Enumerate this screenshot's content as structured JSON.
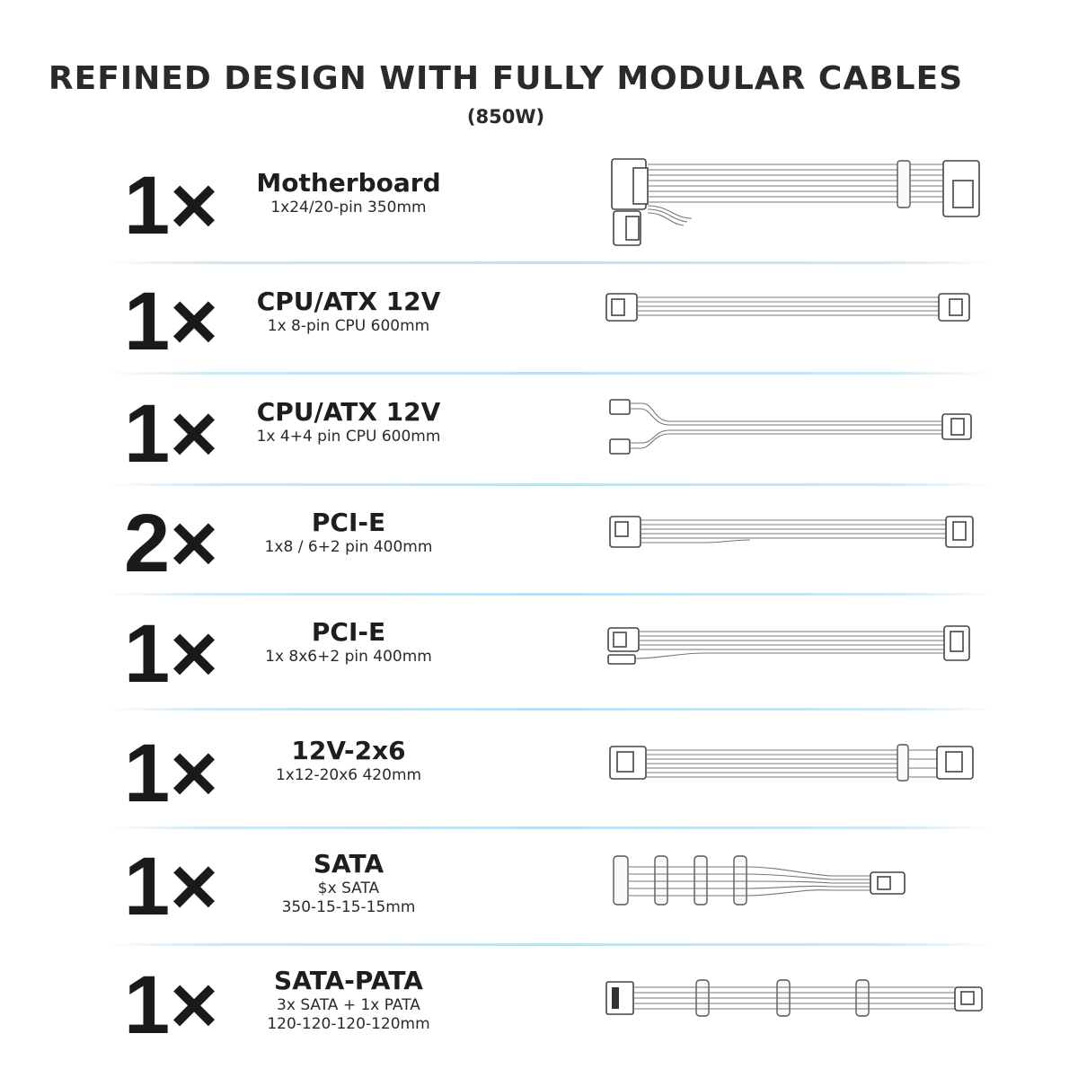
{
  "header": {
    "title": "REFINED DESIGN WITH FULLY MODULAR CABLES",
    "subtitle": "(850W)"
  },
  "cables": [
    {
      "qty": "1×",
      "name": "Motherboard",
      "specs": [
        "1x24/20-pin  350mm"
      ],
      "icon": "motherboard-cable-icon"
    },
    {
      "qty": "1×",
      "name": "CPU/ATX 12V",
      "specs": [
        "1x 8-pin CPU  600mm"
      ],
      "icon": "cpu-8pin-cable-icon"
    },
    {
      "qty": "1×",
      "name": "CPU/ATX 12V",
      "specs": [
        "1x 4+4 pin CPU  600mm"
      ],
      "icon": "cpu-4plus4-cable-icon"
    },
    {
      "qty": "2×",
      "name": "PCI-E",
      "specs": [
        "1x8 / 6+2 pin 400mm"
      ],
      "icon": "pcie-cable-icon"
    },
    {
      "qty": "1×",
      "name": "PCI-E",
      "specs": [
        "1x 8x6+2 pin  400mm"
      ],
      "icon": "pcie-split-cable-icon"
    },
    {
      "qty": "1×",
      "name": "12V-2x6",
      "specs": [
        "1x12-20x6  420mm"
      ],
      "icon": "12v-2x6-cable-icon"
    },
    {
      "qty": "1×",
      "name": "SATA",
      "specs": [
        "$x SATA",
        "350-15-15-15mm"
      ],
      "icon": "sata-cable-icon"
    },
    {
      "qty": "1×",
      "name": "SATA-PATA",
      "specs": [
        "3x SATA + 1x PATA",
        "120-120-120-120mm"
      ],
      "icon": "sata-pata-cable-icon"
    }
  ],
  "colors": {
    "text": "#222222",
    "divider": "#bfe0f2",
    "line": "#444444"
  }
}
